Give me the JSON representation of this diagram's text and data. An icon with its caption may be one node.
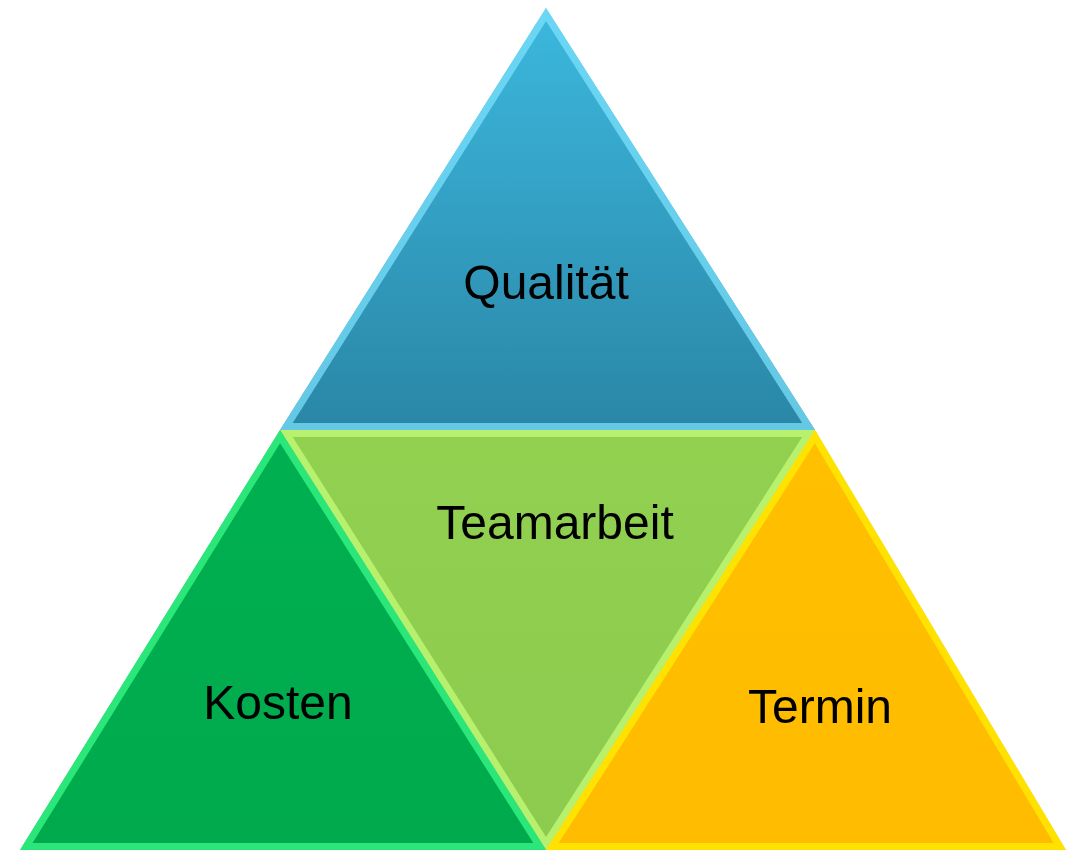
{
  "diagram": {
    "nodes": [
      {
        "text": [
          "Qualität"
        ]
      },
      {
        "text": [
          "Teamarbeit"
        ]
      },
      {
        "text": [
          "Kosten"
        ]
      },
      {
        "text": [
          "Termin"
        ]
      }
    ]
  }
}
